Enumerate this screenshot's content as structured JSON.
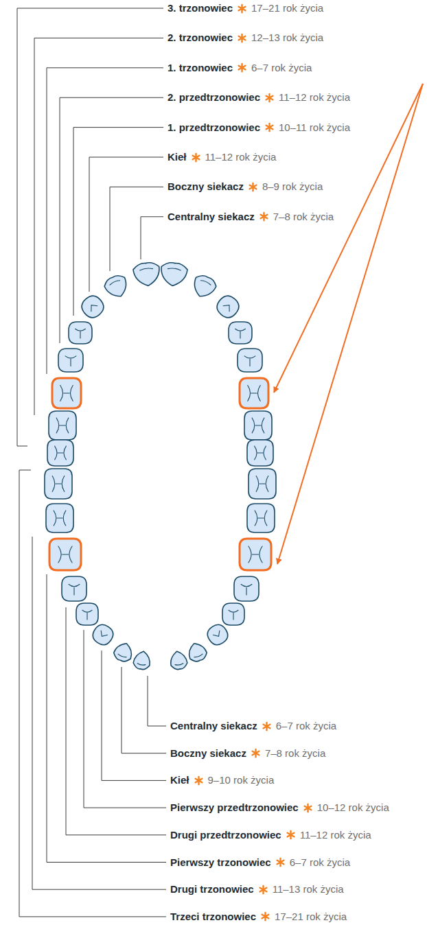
{
  "diagram": {
    "labels": [
      "3. trzonowiec",
      "17–21 rok życia",
      "2. trzonowiec",
      "12–13 rok życia",
      "1. trzonowiec",
      "6–7 rok życia",
      "2. przedtrzonowiec",
      "11–12 rok życia",
      "1. przedtrzonowiec",
      "10–11 rok życia",
      "Kieł",
      "11–12 rok życia",
      "Boczny siekacz",
      "8–9 rok życia",
      "Centralny siekacz",
      "7–8 rok życia",
      "Centralny siekacz",
      "6–7 rok życia",
      "Boczny siekacz",
      "7–8 rok życia",
      "Kieł",
      "9–10 rok życia",
      "Pierwszy przedtrzonowiec",
      "10–12 rok życia",
      "Drugi przedtrzonowiec",
      "11–12 rok życia",
      "Pierwszy trzonowiec",
      "6–7 rok życia",
      "Drugi trzonowiec",
      "11–13 rok życia",
      "Trzeci trzonowiec",
      "17–21 rok życia"
    ]
  }
}
